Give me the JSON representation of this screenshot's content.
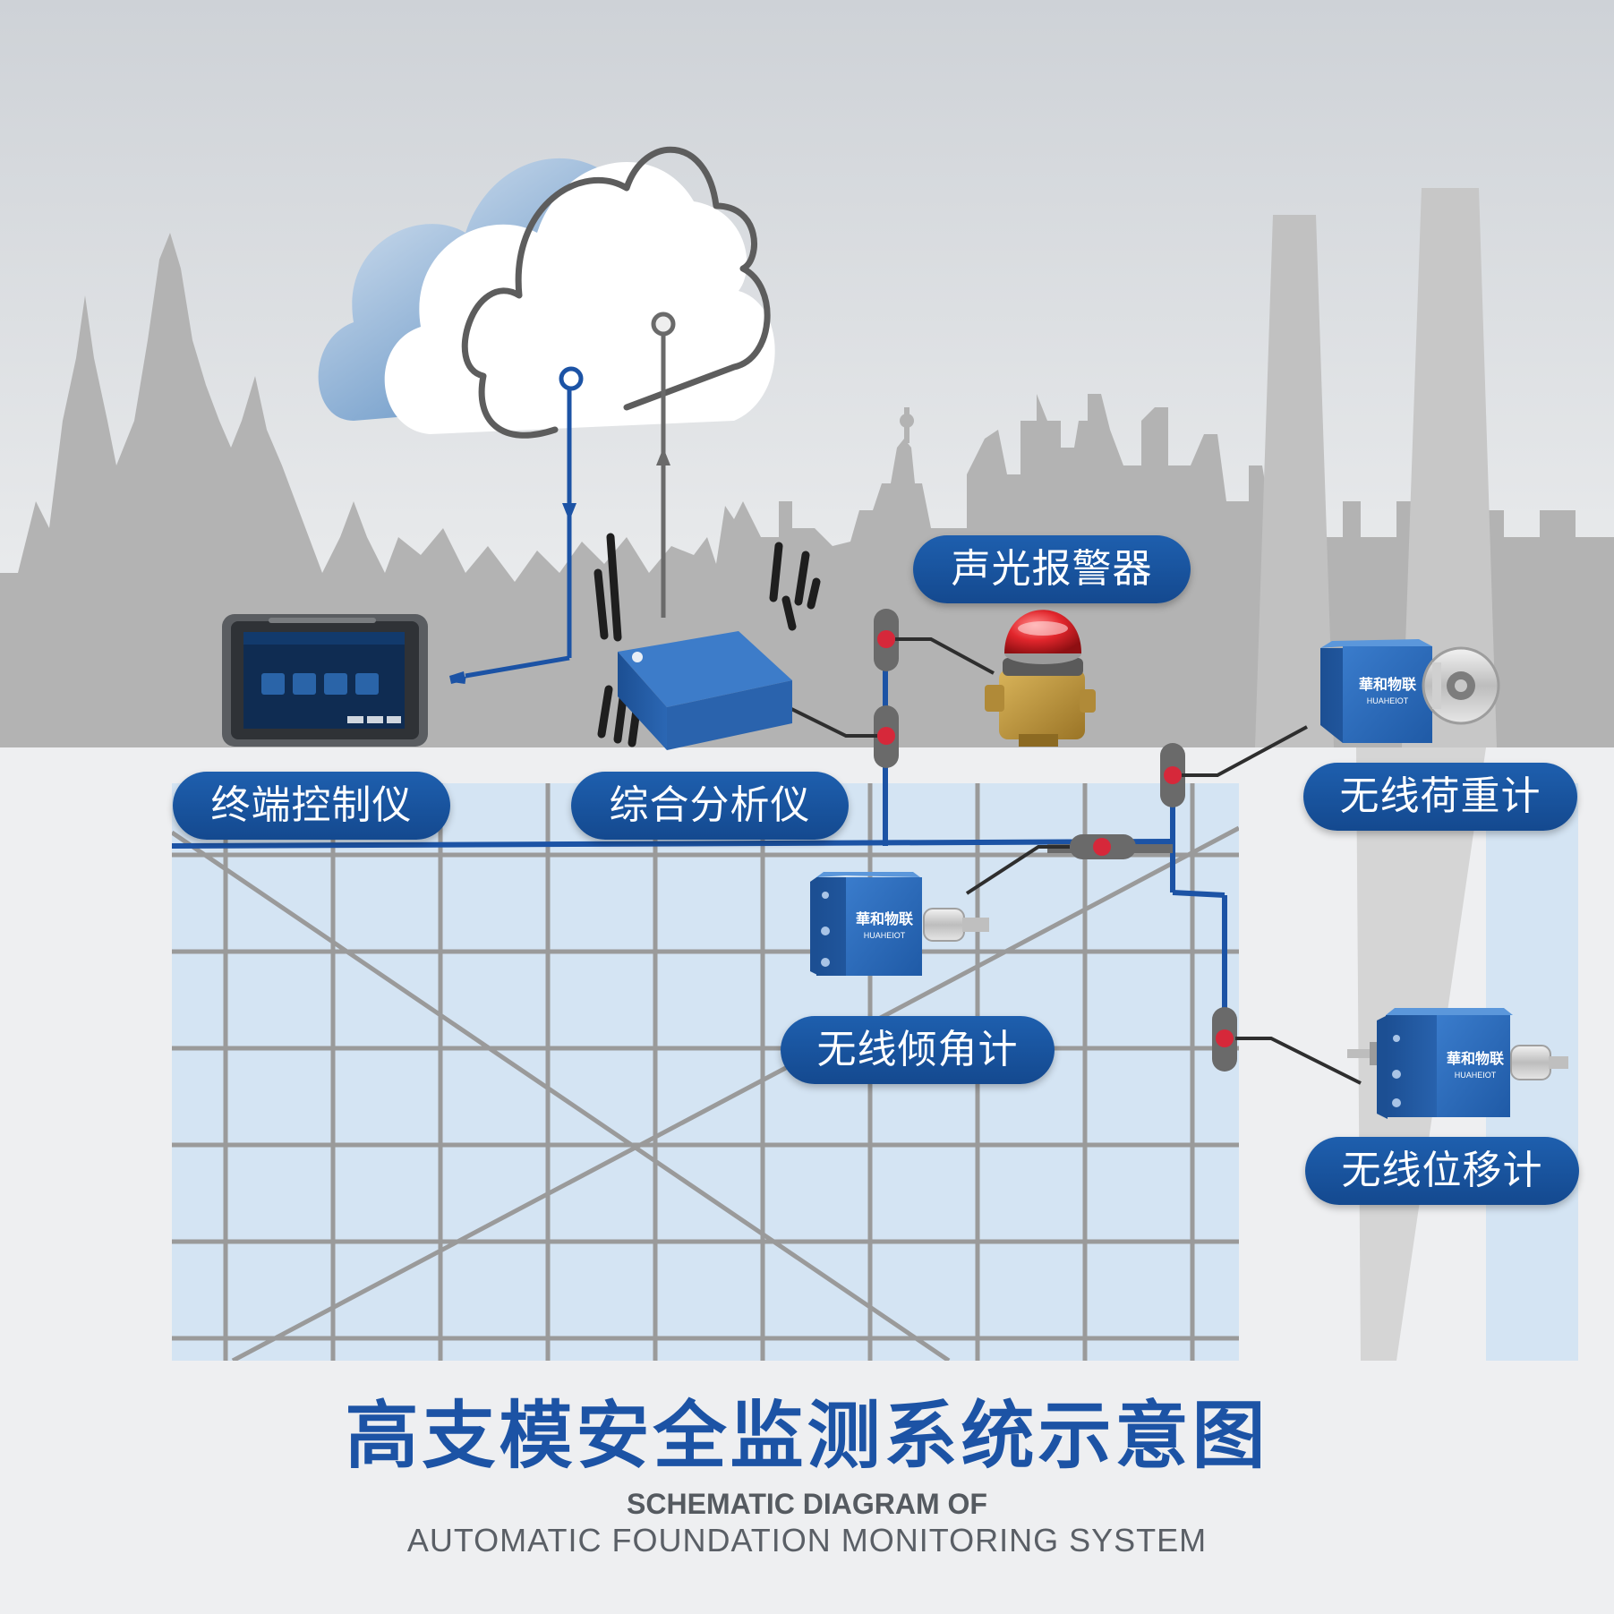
{
  "labels": {
    "terminal": "终端控制仪",
    "analyzer": "综合分析仪",
    "alarm": "声光报警器",
    "load_meter": "无线荷重计",
    "inclinometer": "无线倾角计",
    "displacement": "无线位移计"
  },
  "title": {
    "chinese": "高支模安全监测系统示意图",
    "english_line1": "SCHEMATIC DIAGRAM OF",
    "english_line2": "AUTOMATIC FOUNDATION MONITORING SYSTEM"
  },
  "device_text": {
    "brand_cn": "華和物联",
    "brand_en": "HUAHEIOT"
  },
  "colors": {
    "brand_blue": "#1c53a5",
    "pill_blue": "#17509a",
    "connector_red": "#d6283a",
    "grid_fill": "#d4e4f3",
    "grid_line": "#9a9a9a",
    "skyline_gray": "#b3b3b3"
  }
}
